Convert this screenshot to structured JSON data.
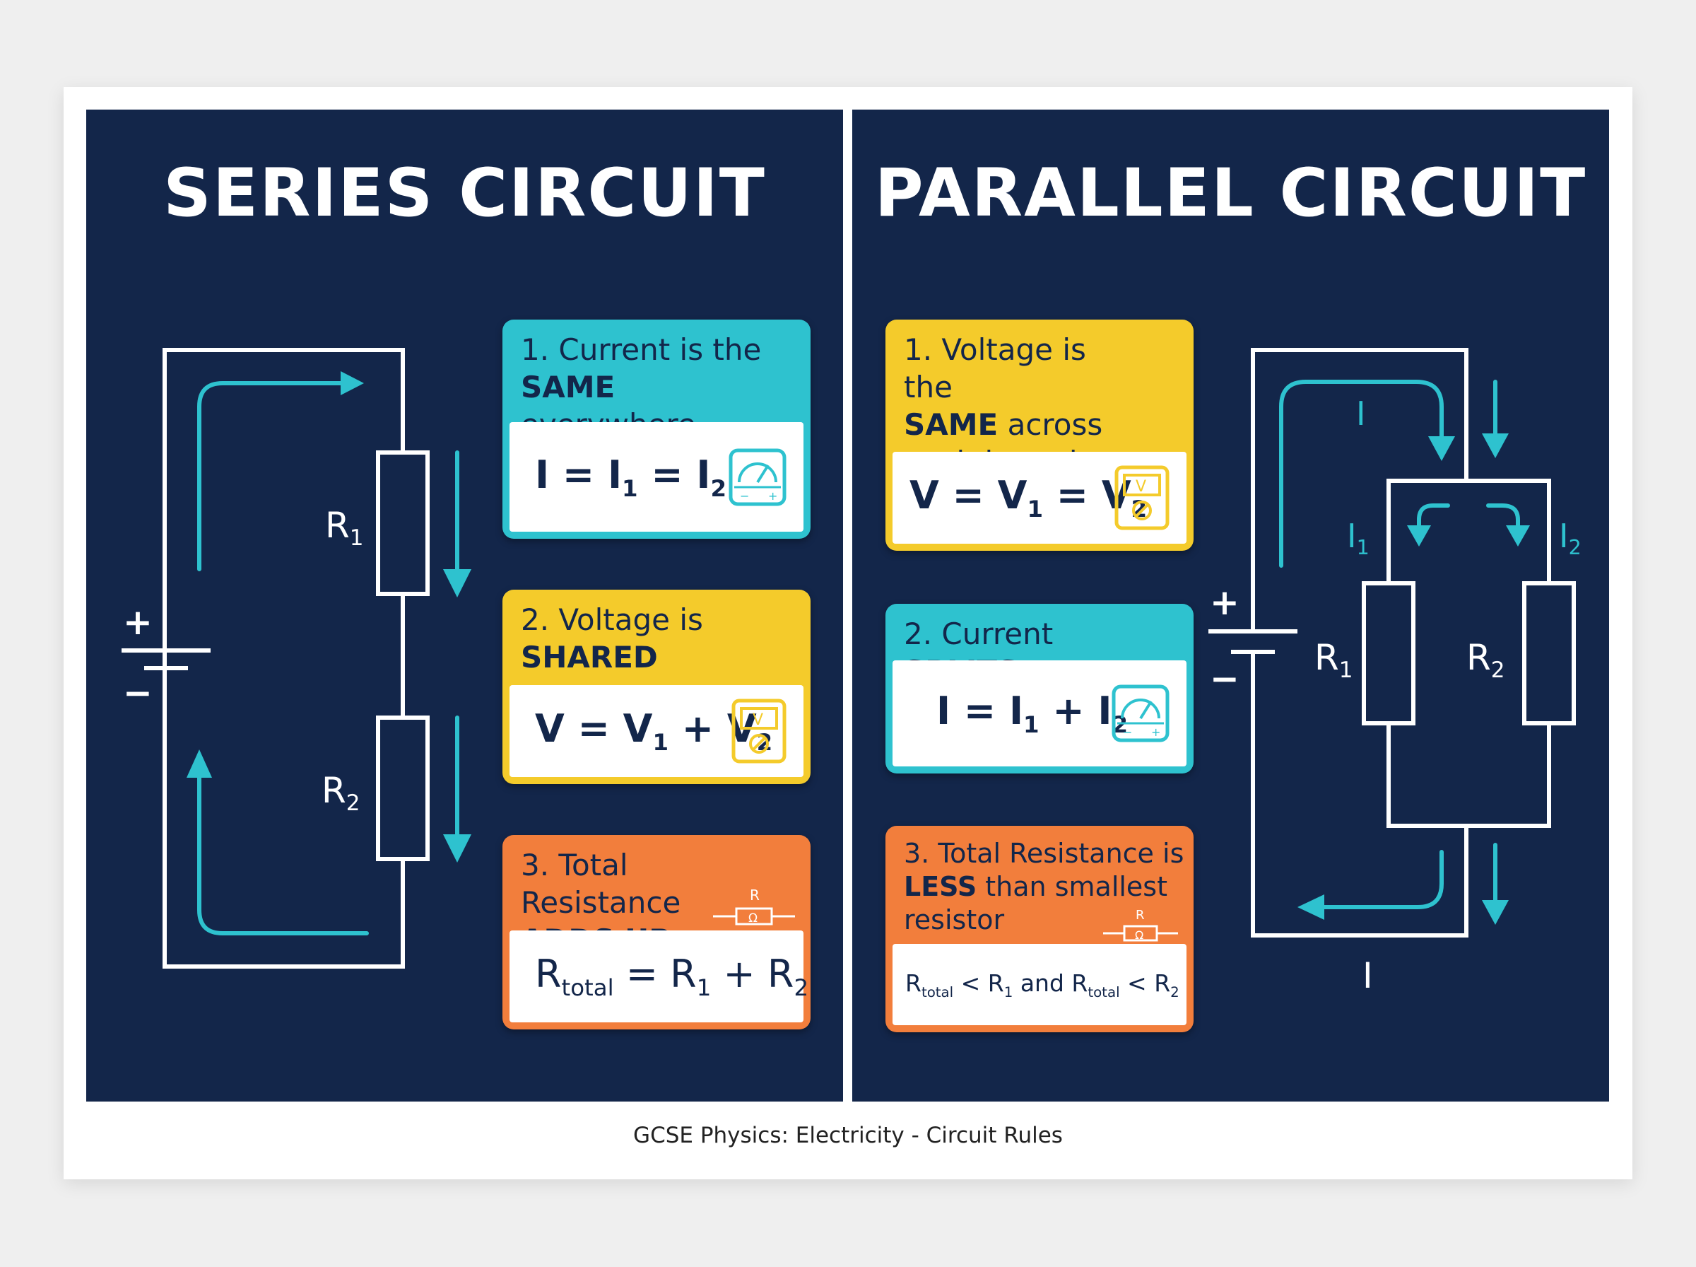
{
  "series": {
    "title": "SERIES CIRCUIT",
    "rules": [
      {
        "pre": "1. Current is the",
        "bold": "SAME",
        "post": " everywhere"
      },
      {
        "pre": "2. Voltage is",
        "bold": "SHARED",
        "post": ""
      },
      {
        "pre": "3. Total Resistance",
        "bold": "ADDS UP",
        "post": ""
      }
    ],
    "r1": "R",
    "r1_sub": "1",
    "r2": "R",
    "r2_sub": "2",
    "plus": "+",
    "minus": "−"
  },
  "parallel": {
    "title": "PARALLEL CIRCUIT",
    "rules": [
      {
        "pre": "1. Voltage is the",
        "bold": "SAME",
        "post": " across each branch"
      },
      {
        "pre": "2. Current ",
        "bold": "SPLITS",
        "post": ""
      },
      {
        "pre": "3. Total Resistance is",
        "bold": "LESS",
        "post": " than smallest resistor"
      }
    ],
    "r1": "R",
    "r1_sub": "1",
    "r2": "R",
    "r2_sub": "2",
    "i": "I",
    "i1": "I",
    "i1_sub": "1",
    "i2": "I",
    "i2_sub": "2",
    "plus": "+",
    "minus": "−"
  },
  "meter_labels": {
    "ammeter_minus": "−",
    "ammeter_plus": "+",
    "voltmeter": "V",
    "resistor_r": "R",
    "resistor_ohm": "Ω"
  },
  "caption": "GCSE Physics: Electricity - Circuit Rules",
  "colors": {
    "panel": "#13264a",
    "teal": "#2ec2cf",
    "yellow": "#f4cb2b",
    "orange": "#f27e3c"
  }
}
